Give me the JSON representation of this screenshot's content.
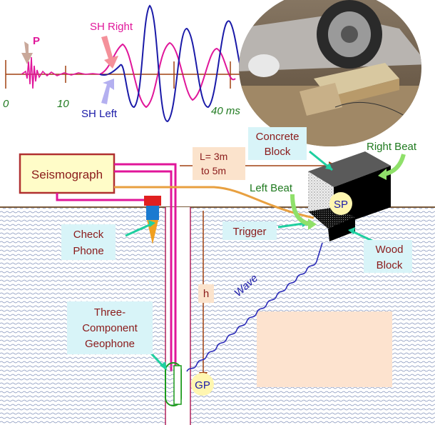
{
  "seismogram": {
    "p_label": "P",
    "sh_right_label": "SH Right",
    "sh_left_label": "SH Left",
    "time_ticks": [
      "0",
      "10",
      "40 ms"
    ]
  },
  "labels": {
    "seismograph": "Seismograph",
    "distance_l1": "L= 3m",
    "distance_l2": "to 5m",
    "concrete_l1": "Concrete",
    "concrete_l2": "Block",
    "right_beat": "Right Beat",
    "left_beat": "Left Beat",
    "sp": "SP",
    "trigger": "Trigger",
    "wood_l1": "Wood",
    "wood_l2": "Block",
    "check_l1": "Check",
    "check_l2": "Phone",
    "wave": "Wave",
    "depth": "h",
    "geophone_l1": "Three-",
    "geophone_l2": "Component",
    "geophone_l3": "Geophone",
    "gp": "GP"
  },
  "colors": {
    "magenta": "#e0169a",
    "blue": "#1a1aa8",
    "green_text": "#1f7a1f",
    "callout_bg": "#d8f4f8",
    "teal_arrow": "#1fcfa0",
    "brown_line": "#a04010",
    "orange_line": "#e8a040",
    "ground": "#7a5a3a"
  }
}
